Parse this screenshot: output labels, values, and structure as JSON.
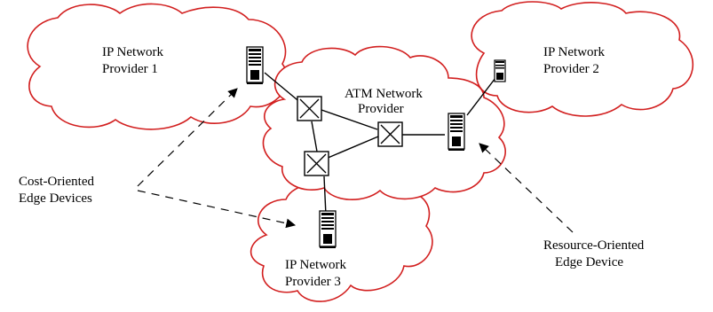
{
  "clouds": {
    "ip1": {
      "line1": "IP Network",
      "line2": "Provider 1"
    },
    "ip2": {
      "line1": "IP Network",
      "line2": "Provider 2"
    },
    "ip3": {
      "line1": "IP Network",
      "line2": "Provider 3"
    },
    "atm": {
      "line1": "ATM Network",
      "line2": "Provider"
    }
  },
  "annotations": {
    "cost": {
      "line1": "Cost-Oriented",
      "line2": "Edge Devices"
    },
    "resource": {
      "line1": "Resource-Oriented",
      "line2": "Edge Device"
    }
  },
  "colors": {
    "cloud_outline": "#d21f1f",
    "ink": "#000000"
  }
}
